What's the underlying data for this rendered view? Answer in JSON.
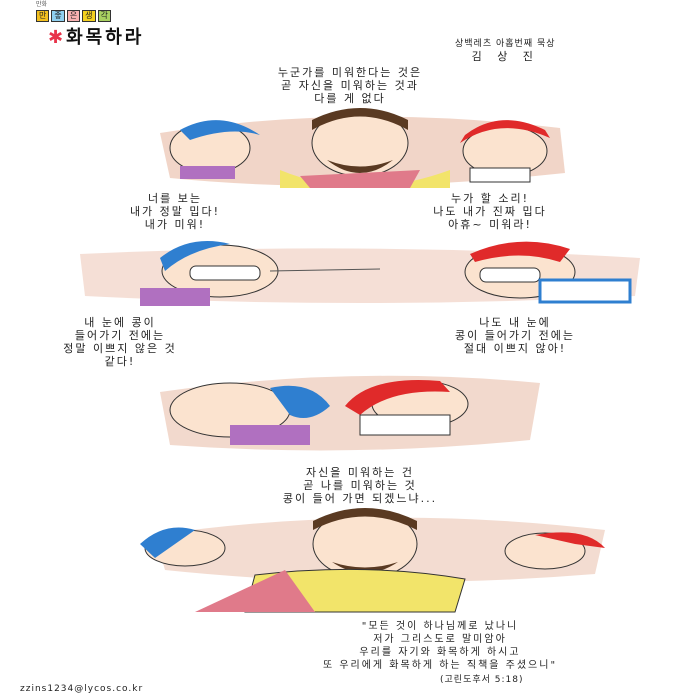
{
  "header": {
    "logo_small": "만화",
    "logo_boxes": [
      "만",
      "좋",
      "은",
      "생",
      "각"
    ],
    "title": "화목하라",
    "series": "상백레츠 아홉번째 묵상",
    "author": "김 상 진"
  },
  "panels": [
    {
      "captions": [
        "누군가를 미워한다는 것은\n곧 자신을 미워하는 것과\n다를 게 없다"
      ]
    },
    {
      "captions": [
        "너를 보는\n내가 정말 밉다!\n내가 미워!",
        "누가 할 소리!\n나도 내가 진짜 밉다\n아휴~ 미워라!"
      ]
    },
    {
      "captions": [
        "내 눈에 콩이\n들어가기 전에는\n정말 이쁘지 않은 것\n같다!",
        "나도 내 눈에\n콩이 들어가기 전에는\n절대 이쁘지 않아!"
      ]
    },
    {
      "captions": [
        "자신을 미워하는 건\n곧 나를 미워하는 것\n콩이 들어 가면 되겠느냐..."
      ]
    }
  ],
  "verse": {
    "text": "\"모든 것이 하나님께로 났나니\n저가 그리스도로 말미암아\n우리를 자기와 화목하게 하시고\n또 우리에게 화목하게 하는 직책을 주셨으니\"",
    "reference": "(고린도후서 5:18)"
  },
  "footer": {
    "email": "zzins1234@lycos.co.kr"
  },
  "colors": {
    "accent": "#e8334a",
    "blue_hair": "#2f7fd0",
    "red_cap": "#e02a2a",
    "skin": "#fbe3cf",
    "brush": "#e8b9a4"
  }
}
